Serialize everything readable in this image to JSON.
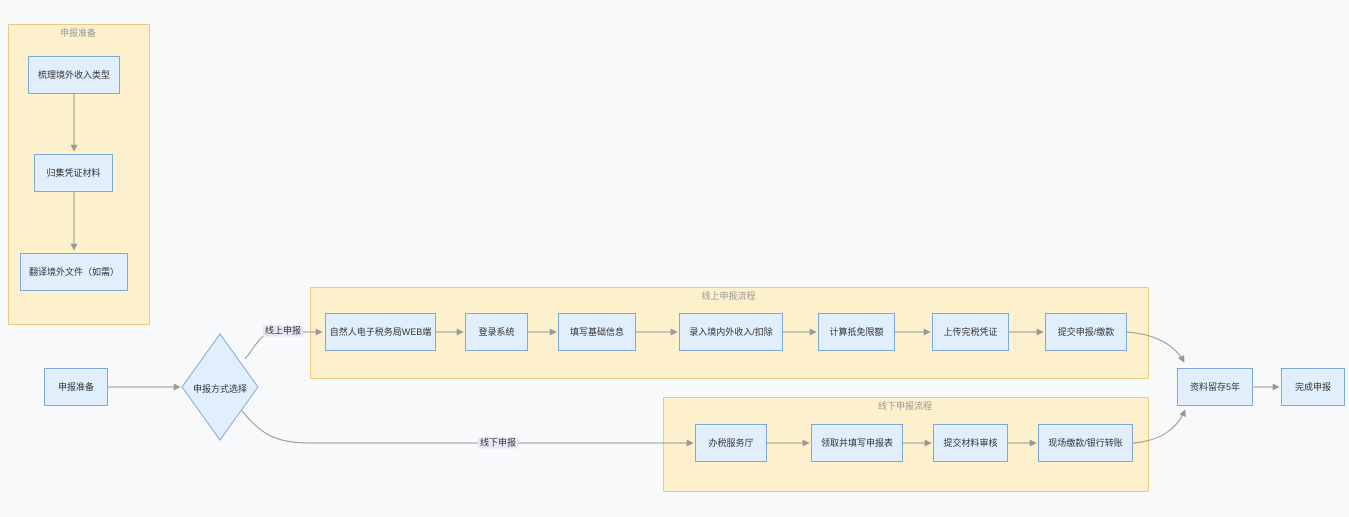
{
  "palette": {
    "canvas_bg": "#f8f9fb",
    "node_fill": "#e1eefc",
    "node_border": "#7fa8da",
    "group_fill": "#fcf0cd",
    "group_border": "#f0c879",
    "edge_color": "#999999",
    "edge_label_bg": "#ece5f6",
    "title_color": "#999999",
    "text_color": "#333333"
  },
  "prep_group": {
    "title": "申报准备",
    "nodes": [
      "梳理境外收入类型",
      "归集凭证材料",
      "翻译境外文件（如需）"
    ]
  },
  "flow": {
    "start": "申报准备",
    "decision": "申报方式选择",
    "branch_online_label": "线上申报",
    "branch_offline_label": "线下申报",
    "archive": "资料留存5年",
    "finish": "完成申报"
  },
  "online_group": {
    "title": "线上申报流程",
    "nodes": [
      "自然人电子税务局WEB端",
      "登录系统",
      "填写基础信息",
      "录入境内外收入/扣除",
      "计算抵免限额",
      "上传完税凭证",
      "提交申报/缴款"
    ]
  },
  "offline_group": {
    "title": "线下申报流程",
    "nodes": [
      "办税服务厅",
      "领取并填写申报表",
      "提交材料审核",
      "现场缴款/银行转账"
    ]
  }
}
